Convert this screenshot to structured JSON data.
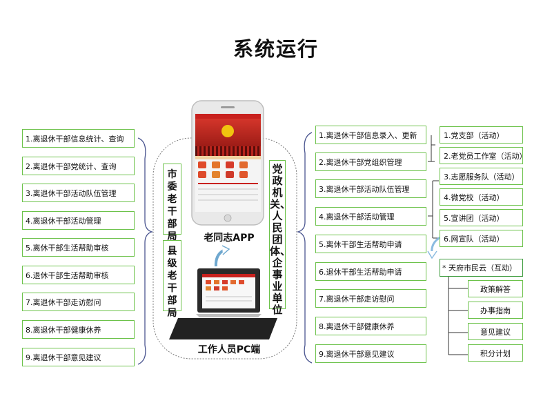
{
  "title": "系统运行",
  "left_items": [
    "1.离退休干部信息统计、查询",
    "2.离退休干部党统计、查询",
    "3.离退休干部活动队伍管理",
    "4.离退休干部活动管理",
    "5.离休干部生活帮助审核",
    "6.退休干部生活帮助审核",
    "7.离退休干部走访慰问",
    "8.离退休干部健康休养",
    "9.离退休干部意见建议"
  ],
  "center": {
    "label_top": "市委老干部局",
    "label_bottom": "县级老干部局",
    "label_right": "党政机关、人民团体、企事业单位",
    "app_caption": "老同志APP",
    "pc_caption": "工作人员PC端"
  },
  "mid_items": [
    "1.离退休干部信息录入、更新",
    "2.离退休干部党组织管理",
    "3.离退休干部活动队伍管理",
    "4.离退休干部活动管理",
    "5.离休干部生活帮助申请",
    "6.退休干部生活帮助申请",
    "7.离退休干部走访慰问",
    "8.离退休干部健康休养",
    "9.离退休干部意见建议"
  ],
  "activity_items": [
    "1.党支部（活动）",
    "2.老党员工作室（活动）",
    "3.志愿服务队（活动）",
    "4.微党校（活动）",
    "5.宣讲团（活动）",
    "6.网宣队（活动）"
  ],
  "tianfu": "* 天府市民云（互动）",
  "tianfu_sub": [
    "政策解答",
    "办事指南",
    "意见建议",
    "积分计划"
  ],
  "colors": {
    "box_border": "#6cc24a",
    "brace": "#4a5590",
    "red": "#c8211e"
  }
}
